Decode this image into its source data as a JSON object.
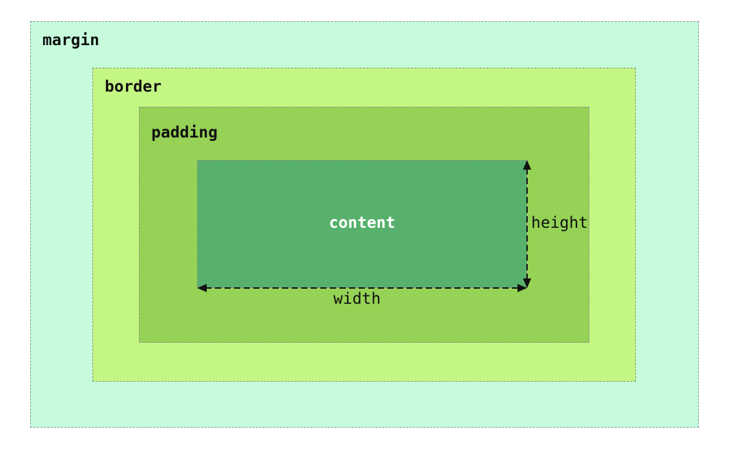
{
  "diagram": {
    "margin_label": "margin",
    "border_label": "border",
    "padding_label": "padding",
    "content_label": "content",
    "width_label": "width",
    "height_label": "height"
  },
  "colors": {
    "margin": "#c6fcdc",
    "border": "#c4f683",
    "padding": "#95d255",
    "content": "#57b16c",
    "content_text": "#ffffff",
    "dashed_line": "#8a8f8a",
    "arrow": "#111111"
  }
}
